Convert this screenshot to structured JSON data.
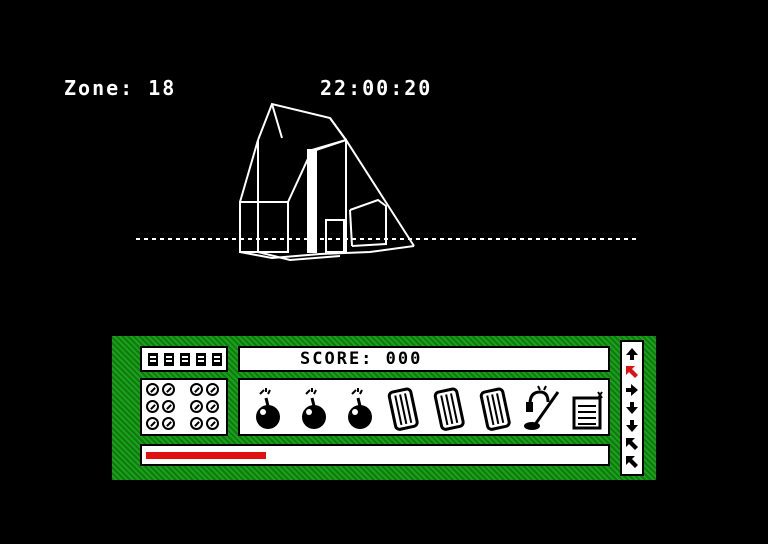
{
  "hud": {
    "zone_text": "Zone: 18",
    "clock_text": "22:00:20"
  },
  "scene": {
    "object": "wireframe-hut",
    "horizon": "dotted"
  },
  "panel": {
    "score_text": "SCORE: 000",
    "lives_count": 5,
    "ammo_count": 12,
    "energy_fraction": 0.26,
    "energy_color": "#e01010",
    "panel_color": "#138a13",
    "inventory": [
      {
        "icon": "bomb-icon"
      },
      {
        "icon": "bomb-icon"
      },
      {
        "icon": "bomb-icon"
      },
      {
        "icon": "battery-icon"
      },
      {
        "icon": "battery-icon"
      },
      {
        "icon": "battery-icon"
      },
      {
        "icon": "metal-detector-icon"
      },
      {
        "icon": "clipboard-icon"
      }
    ],
    "side_controls": [
      {
        "icon": "arrow-up-icon"
      },
      {
        "icon": "arrow-diagonal-icon",
        "active": true
      },
      {
        "icon": "arrow-right-icon"
      },
      {
        "icon": "arrow-down-icon"
      },
      {
        "icon": "arrow-down-icon"
      },
      {
        "icon": "arrow-diagonal-icon"
      },
      {
        "icon": "arrow-diagonal-icon"
      }
    ],
    "active_color": "#e01010"
  }
}
